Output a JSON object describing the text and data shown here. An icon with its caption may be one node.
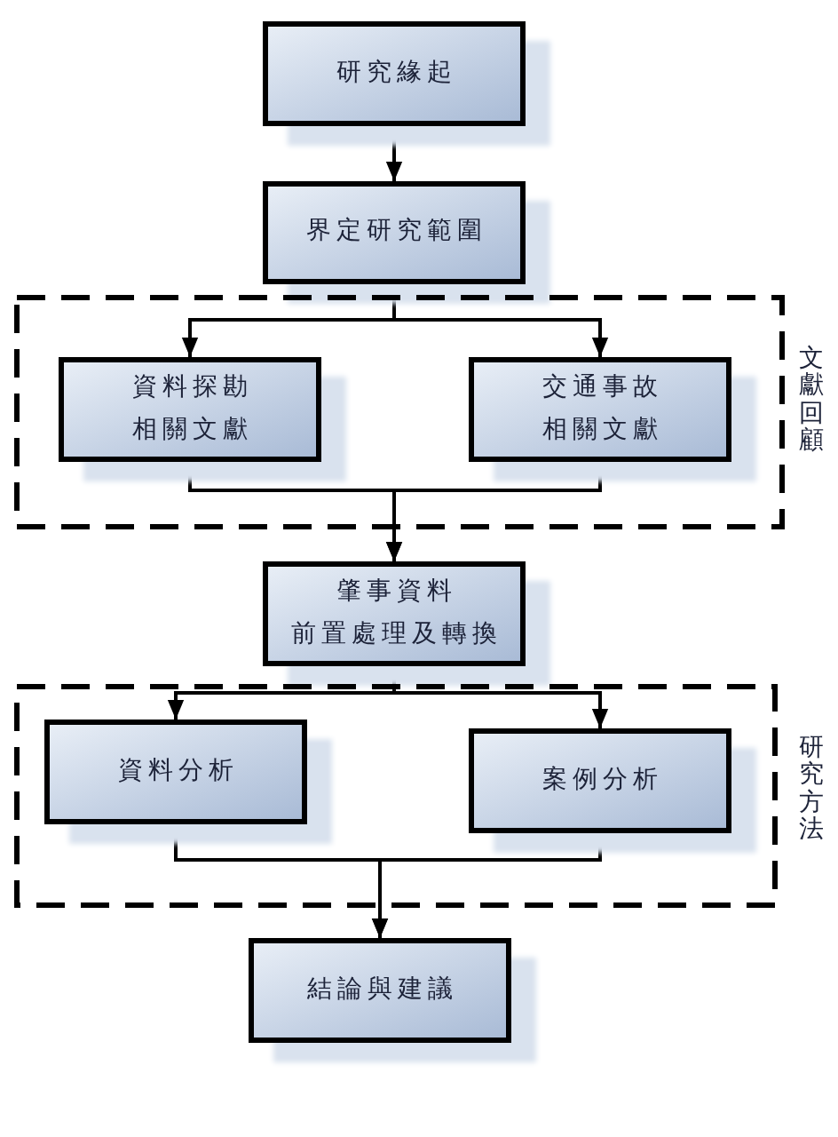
{
  "diagram": {
    "nodes": [
      {
        "text": [
          "研究緣起"
        ]
      },
      {
        "text": [
          "界定研究範圍"
        ]
      },
      {
        "text": [
          "文獻回顧"
        ]
      },
      {
        "text": [
          "資料探勘相關文獻"
        ],
        "in": 2
      },
      {
        "text": [
          "交通事故相關文獻"
        ],
        "in": 2
      },
      {
        "text": [
          "肇事資料前置處理及轉換"
        ]
      },
      {
        "text": [
          "研究方法"
        ]
      },
      {
        "text": [
          "資料分析"
        ],
        "in": 6
      },
      {
        "text": [
          "案例分析"
        ],
        "in": 6
      },
      {
        "text": [
          "結論與建議"
        ]
      }
    ],
    "edges": [
      {
        "from": 0,
        "to": 1,
        "arrow": "to"
      },
      {
        "from": 1,
        "to": 3,
        "arrow": "to"
      },
      {
        "from": 1,
        "to": 4,
        "arrow": "to"
      },
      {
        "from": 3,
        "to": 5,
        "arrow": "to"
      },
      {
        "from": 4,
        "to": 5,
        "arrow": "to"
      },
      {
        "from": 5,
        "to": 7,
        "arrow": "to"
      },
      {
        "from": 5,
        "to": 8,
        "arrow": "to"
      },
      {
        "from": 7,
        "to": 9,
        "arrow": "to"
      },
      {
        "from": 8,
        "to": 9,
        "arrow": "to"
      }
    ]
  }
}
